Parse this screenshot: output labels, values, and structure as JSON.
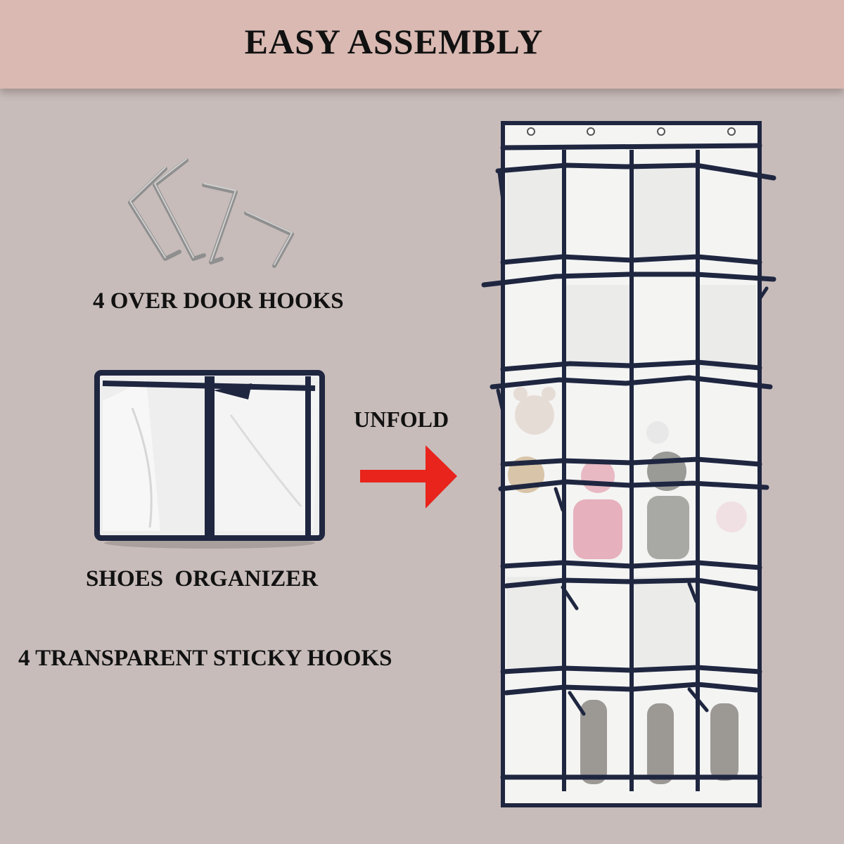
{
  "banner": {
    "title": "EASY ASSEMBLY"
  },
  "labels": {
    "hooks": "4 OVER DOOR HOOKS",
    "shoes": "SHOES  ORGANIZER",
    "sticky": "4 TRANSPARENT STICKY HOOKS",
    "unfold": "UNFOLD"
  },
  "icons": {
    "hooks": "over-door-hooks-icon",
    "folded": "folded-organizer-icon",
    "arrow": "right-arrow-icon",
    "organizer": "hanging-organizer-icon"
  },
  "colors": {
    "background": "#c7bcba",
    "banner": "#d9b9b2",
    "arrow": "#e8241c",
    "trim": "#1f2640"
  }
}
